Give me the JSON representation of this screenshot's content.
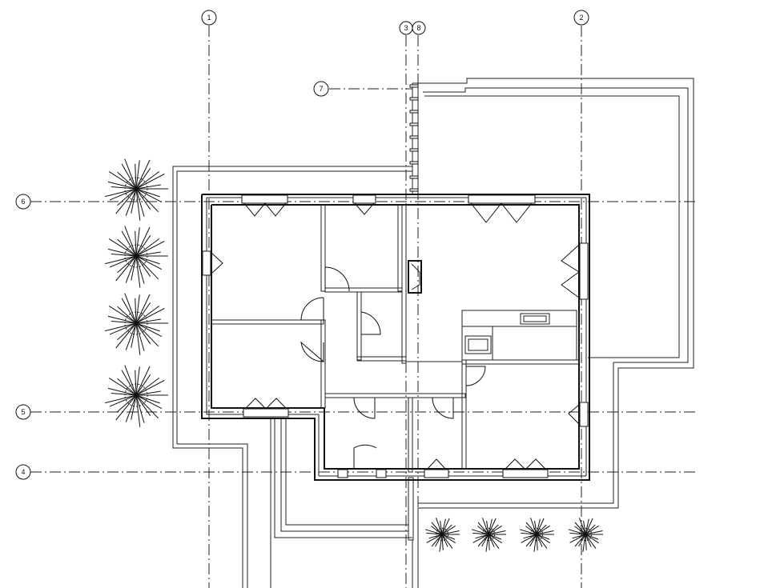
{
  "grid_labels": {
    "g1": "1",
    "g2": "2",
    "g3": "3",
    "g8": "8",
    "g7": "7",
    "g6": "6",
    "g5": "5",
    "g4": "4"
  },
  "colors": {
    "line": "#111111",
    "background": "#ffffff"
  }
}
